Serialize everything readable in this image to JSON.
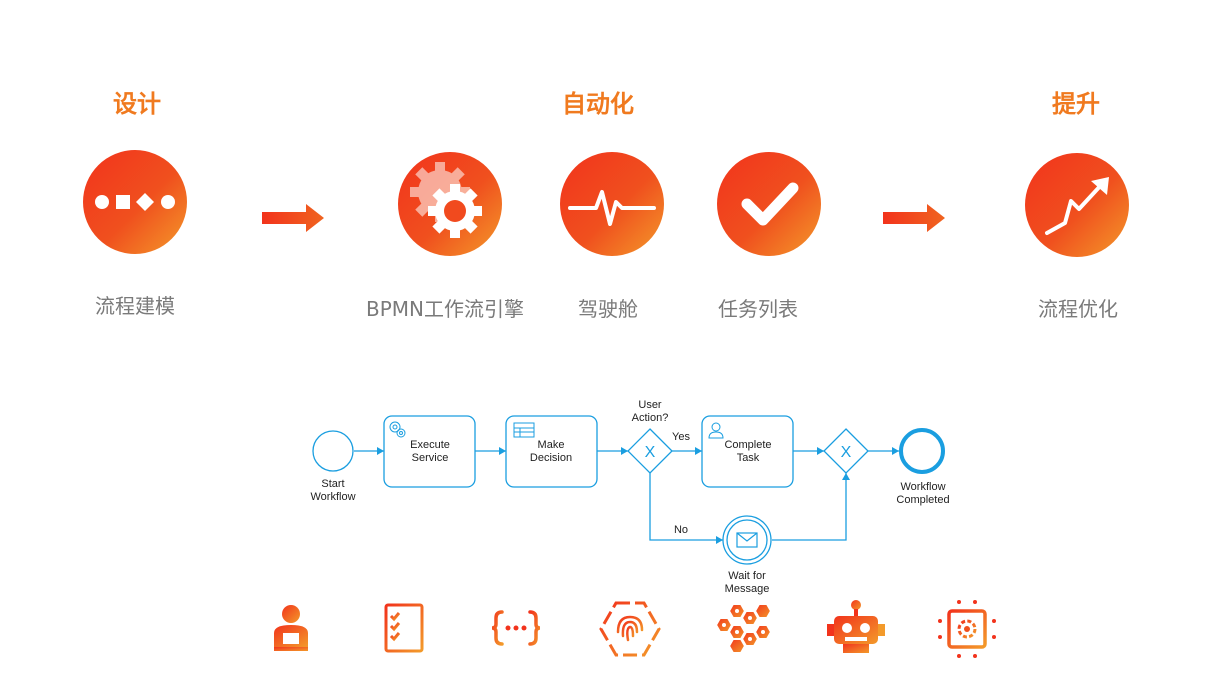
{
  "stages": {
    "design": "设计",
    "automate": "自动化",
    "improve": "提升"
  },
  "circles": {
    "modeling": "流程建模",
    "engine": "BPMN工作流引擎",
    "cockpit": "驾驶舱",
    "tasklist": "任务列表",
    "optimize": "流程优化"
  },
  "diagram": {
    "start": [
      "Start",
      "Workflow"
    ],
    "execute": [
      "Execute",
      "Service"
    ],
    "decision": [
      "Make",
      "Decision"
    ],
    "gateway_question": [
      "User",
      "Action?"
    ],
    "yes": "Yes",
    "no": "No",
    "complete": [
      "Complete",
      "Task"
    ],
    "end": [
      "Workflow",
      "Completed"
    ],
    "wait": [
      "Wait for",
      "Message"
    ],
    "colors": {
      "line": "#1a9ee0",
      "shape_fill": "#ffffff"
    }
  },
  "bottom_icons": [
    "person-laptop-icon",
    "checklist-icon",
    "braces-icon",
    "fingerprint-hex-icon",
    "hexagon-cluster-icon",
    "robot-icon",
    "chip-gear-icon"
  ],
  "colors": {
    "accent_start": "#f2331c",
    "accent_end": "#f39a2a",
    "stage_text": "#f07a1f"
  }
}
